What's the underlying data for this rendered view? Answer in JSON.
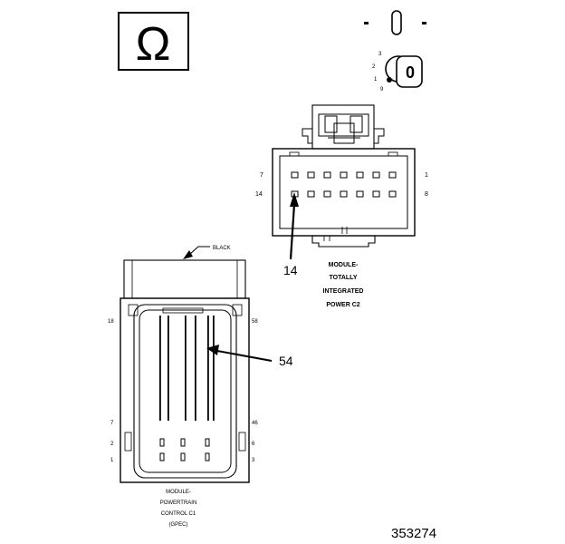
{
  "ohm_symbol": "Ω",
  "key_switch": {
    "key_glyph": "0",
    "positions": [
      "3",
      "2",
      "1",
      "9"
    ],
    "icon": "ignition-key-icon"
  },
  "tipm": {
    "pin_tl": "7",
    "pin_tr": "1",
    "pin_bl": "14",
    "pin_br": "8",
    "callout": "14",
    "label_lines": [
      "MODULE-",
      "TOTALLY",
      "INTEGRATED",
      "POWER C2"
    ]
  },
  "pcm": {
    "wire_color": "BLACK",
    "pins_left": [
      "18",
      "7",
      "2",
      "1"
    ],
    "pins_right": [
      "58",
      "46",
      "6",
      "3"
    ],
    "callout": "54",
    "label_lines": [
      "MODULE-",
      "POWERTRAIN",
      "CONTROL C1",
      "(GPEC)"
    ]
  },
  "figure_id": "353274"
}
